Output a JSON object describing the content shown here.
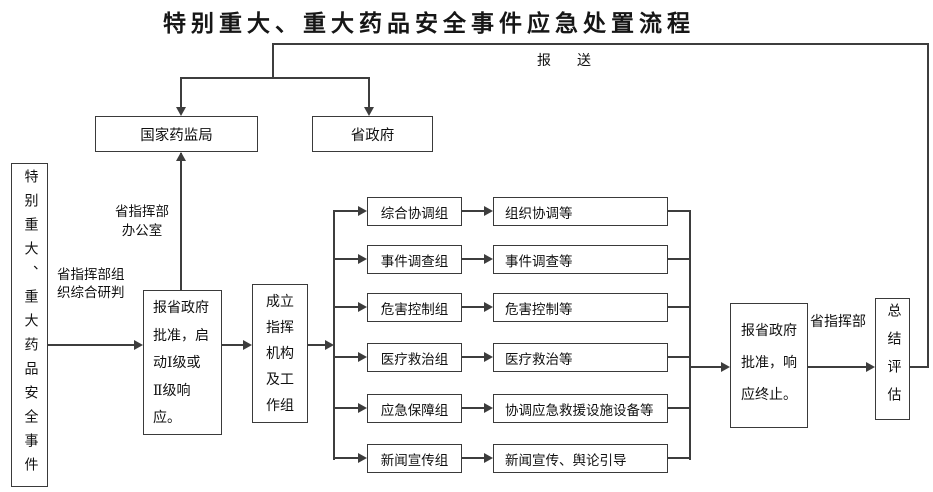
{
  "title": "特别重大、重大药品安全事件应急处置流程",
  "colors": {
    "line": "#3d3d3d",
    "border": "#3a3a3a",
    "text": "#101010",
    "background": "#ffffff"
  },
  "nodes": {
    "incident": "特别重大、重大药品安全事件",
    "nmpa": "国家药监局",
    "provincial_government": "省政府",
    "approve_start": "报省政府\n批准，启\n动Ⅰ级或\nⅡ级响\n应。",
    "setup_command": "成立\n指挥\n机构\n及工\n作组",
    "approve_end": "报省政府\n批准，响\n应终止。",
    "summary": "总结评估"
  },
  "rows": [
    {
      "group": "综合协调组",
      "task": "组织协调等"
    },
    {
      "group": "事件调查组",
      "task": "事件调查等"
    },
    {
      "group": "危害控制组",
      "task": "危害控制等"
    },
    {
      "group": "医疗救治组",
      "task": "医疗救治等"
    },
    {
      "group": "应急保障组",
      "task": "协调应急救援设施设备等"
    },
    {
      "group": "新闻宣传组",
      "task": "新闻宣传、舆论引导"
    }
  ],
  "edge_labels": {
    "report": "报送",
    "office": "省指挥部\n办公室",
    "research": "省指挥部组\n织综合研判",
    "commander": "省指挥部"
  }
}
